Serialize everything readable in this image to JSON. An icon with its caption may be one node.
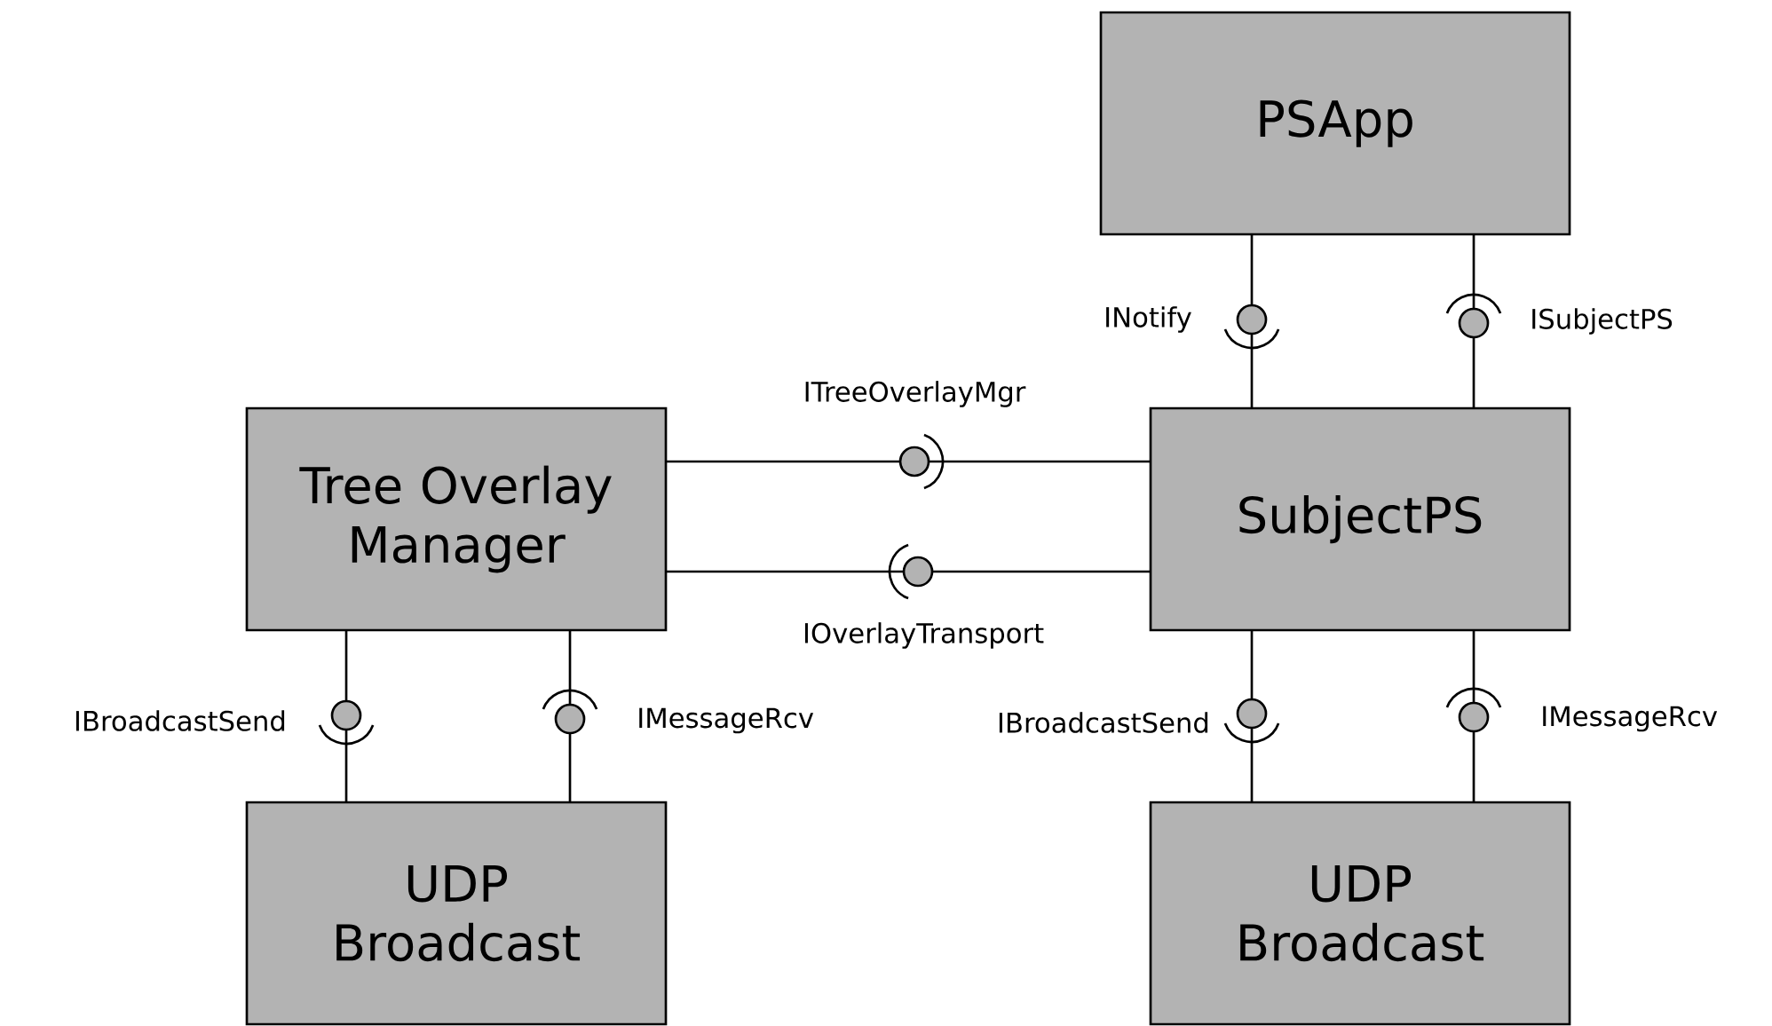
{
  "diagram": {
    "nodes": [
      {
        "text": [
          "PSApp"
        ]
      },
      {
        "text": [
          "Tree Overlay Manager"
        ]
      },
      {
        "text": [
          "SubjectPS"
        ]
      },
      {
        "text": [
          "UDP Broadcast"
        ]
      },
      {
        "text": [
          "UDP Broadcast"
        ]
      }
    ],
    "edges": [
      {
        "from": 0,
        "to": 2,
        "arrow": "none",
        "label": "INotify"
      },
      {
        "from": 2,
        "to": 0,
        "arrow": "none",
        "label": "ISubjectPS"
      },
      {
        "from": 1,
        "to": 2,
        "arrow": "none",
        "label": "ITreeOverlayMgr"
      },
      {
        "from": 2,
        "to": 1,
        "arrow": "none",
        "label": "IOverlayTransport"
      },
      {
        "from": 1,
        "to": 3,
        "arrow": "none",
        "label": "IBroadcastSend"
      },
      {
        "from": 3,
        "to": 1,
        "arrow": "none",
        "label": "IMessageRcv"
      },
      {
        "from": 2,
        "to": 4,
        "arrow": "none",
        "label": "IBroadcastSend"
      },
      {
        "from": 4,
        "to": 2,
        "arrow": "none",
        "label": "IMessageRcv"
      }
    ]
  }
}
